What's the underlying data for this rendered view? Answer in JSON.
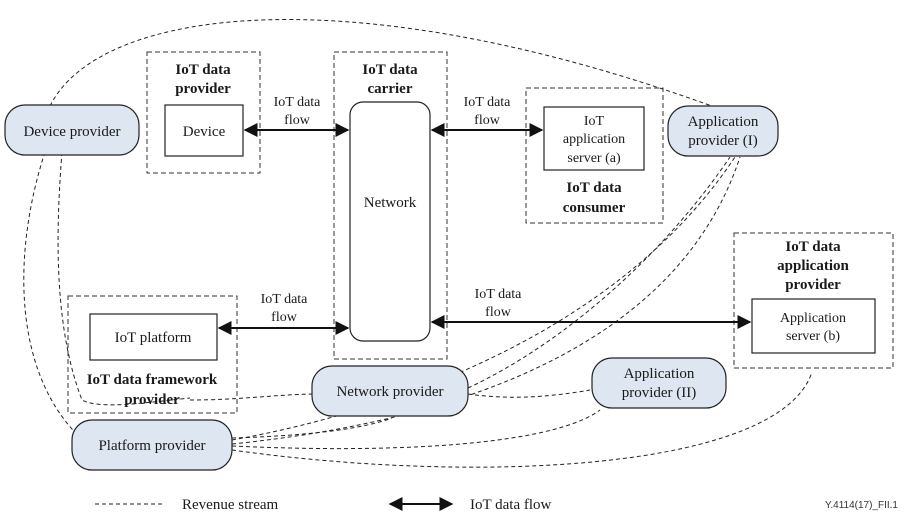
{
  "groups": {
    "provider": {
      "line1": "IoT data",
      "line2": "provider"
    },
    "carrier": {
      "line1": "IoT data",
      "line2": "carrier"
    },
    "consumer": {
      "line1": "IoT data",
      "line2": "consumer"
    },
    "application_provider": {
      "line1": "IoT data",
      "line2": "application",
      "line3": "provider"
    },
    "framework_provider": {
      "line1": "IoT data framework",
      "line2": "provider"
    }
  },
  "nodes": {
    "device": "Device",
    "network": "Network",
    "iot_app_server": {
      "line1": "IoT",
      "line2": "application",
      "line3": "server (a)"
    },
    "app_server_b": {
      "line1": "Application",
      "line2": "server (b)"
    },
    "iot_platform": "IoT platform"
  },
  "actors": {
    "device_provider": "Device provider",
    "app_provider_1": {
      "line1": "Application",
      "line2": "provider (I)"
    },
    "network_provider": "Network provider",
    "app_provider_2": {
      "line1": "Application",
      "line2": "provider (II)"
    },
    "platform_provider": "Platform provider"
  },
  "flow_labels": {
    "device_network": {
      "line1": "IoT data",
      "line2": "flow"
    },
    "network_server_a": {
      "line1": "IoT data",
      "line2": "flow"
    },
    "platform_network": {
      "line1": "IoT data",
      "line2": "flow"
    },
    "network_server_b": {
      "line1": "IoT data",
      "line2": "flow"
    }
  },
  "legend": {
    "revenue": "Revenue stream",
    "flow": "IoT data flow"
  },
  "figure_id": "Y.4114(17)_FII.1"
}
